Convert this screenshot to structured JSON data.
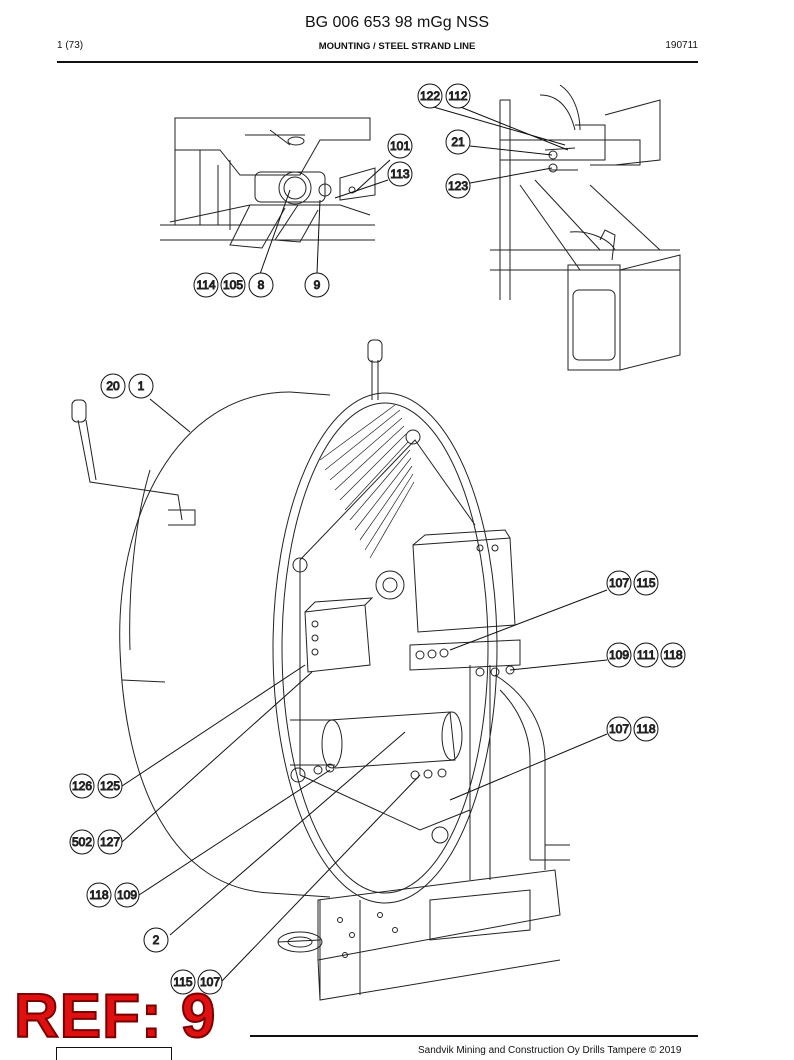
{
  "header": {
    "doc_title": "BG 006 653 98 mGg NSS",
    "page": "1 (73)",
    "section": "MOUNTING / STEEL STRAND LINE",
    "date": "190711"
  },
  "callouts": {
    "c122": "122",
    "c112": "112",
    "c21": "21",
    "c123": "123",
    "c101": "101",
    "c113": "113",
    "c114": "114",
    "c105": "105",
    "c8": "8",
    "c9": "9",
    "c20": "20",
    "c1": "1",
    "c107a": "107",
    "c115a": "115",
    "c109a": "109",
    "c111": "111",
    "c118a": "118",
    "c107b": "107",
    "c118b": "118",
    "c126": "126",
    "c125": "125",
    "c502": "502",
    "c127": "127",
    "c118c": "118",
    "c109b": "109",
    "c2": "2",
    "c115b": "115",
    "c107c": "107"
  },
  "stamp": {
    "ref": "REF: 9"
  },
  "footer": {
    "copyright": "Sandvik Mining and Construction Oy Drills Tampere © 2019"
  }
}
